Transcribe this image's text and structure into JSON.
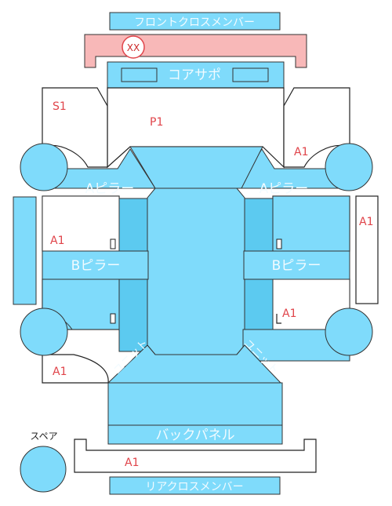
{
  "labels": {
    "front_cross_member": "フロントクロスメンバー",
    "core_support": "コアサポ",
    "a_pillar_left": "Aピラー",
    "a_pillar_right": "Aピラー",
    "b_pillar_left": "Bピラー",
    "b_pillar_right": "Bピラー",
    "back_panel": "バックパネル",
    "rear_cross_member": "リアクロスメンバー",
    "spare": "スペア",
    "unit_left": "ユニット",
    "unit_right": "ユニット"
  },
  "markers": {
    "front_marker": "XX",
    "s1": "S1",
    "p1": "P1",
    "a1_front_right": "A1",
    "a1_right_door": "A1",
    "a1_left_mid": "A1",
    "a1_right_rear": "A1",
    "a1_left_rear": "A1",
    "a1_rear_bumper": "A1"
  },
  "colors": {
    "part_fill": "#7fdbfb",
    "part_dark": "#5ccaf0",
    "front_bumper_fill": "#f8b8b8",
    "marker_red": "#e0444a",
    "outline": "#222222"
  }
}
